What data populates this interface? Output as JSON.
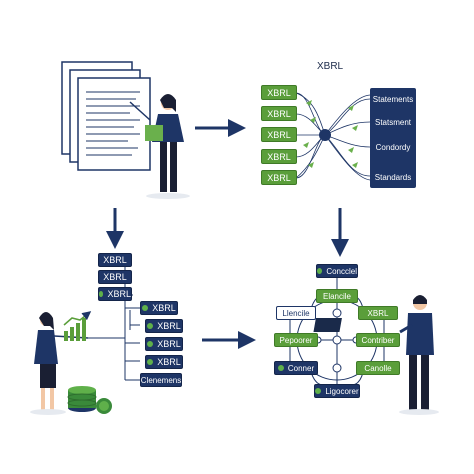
{
  "top_right": {
    "title": "XBRL",
    "left_tags": [
      "XBRL",
      "XBRL",
      "XBRL",
      "XBRL",
      "XBRL"
    ],
    "right_labels": [
      "Statements",
      "Statsment",
      "Condordy",
      "Standards"
    ]
  },
  "bottom_left": {
    "stack_tags": [
      "XBRL",
      "XBRL",
      "XBRL"
    ],
    "branch_tags": [
      "XBRL",
      "XBRL",
      "XBRL",
      "XBRL"
    ],
    "footer_label": "Clenemens"
  },
  "bottom_right": {
    "nodes": {
      "top": "Concclel",
      "upper_center": "Elancile",
      "left_upper": "Llencile",
      "right_upper": "XBRL",
      "left_mid": "Pepoorer",
      "right_mid": "Contriber",
      "left_low": "Conner",
      "right_low": "Canolle",
      "bottom": "Ligocorer"
    }
  },
  "colors": {
    "navy": "#1e3566",
    "green": "#5a9e3a",
    "arrow": "#1e3566"
  }
}
